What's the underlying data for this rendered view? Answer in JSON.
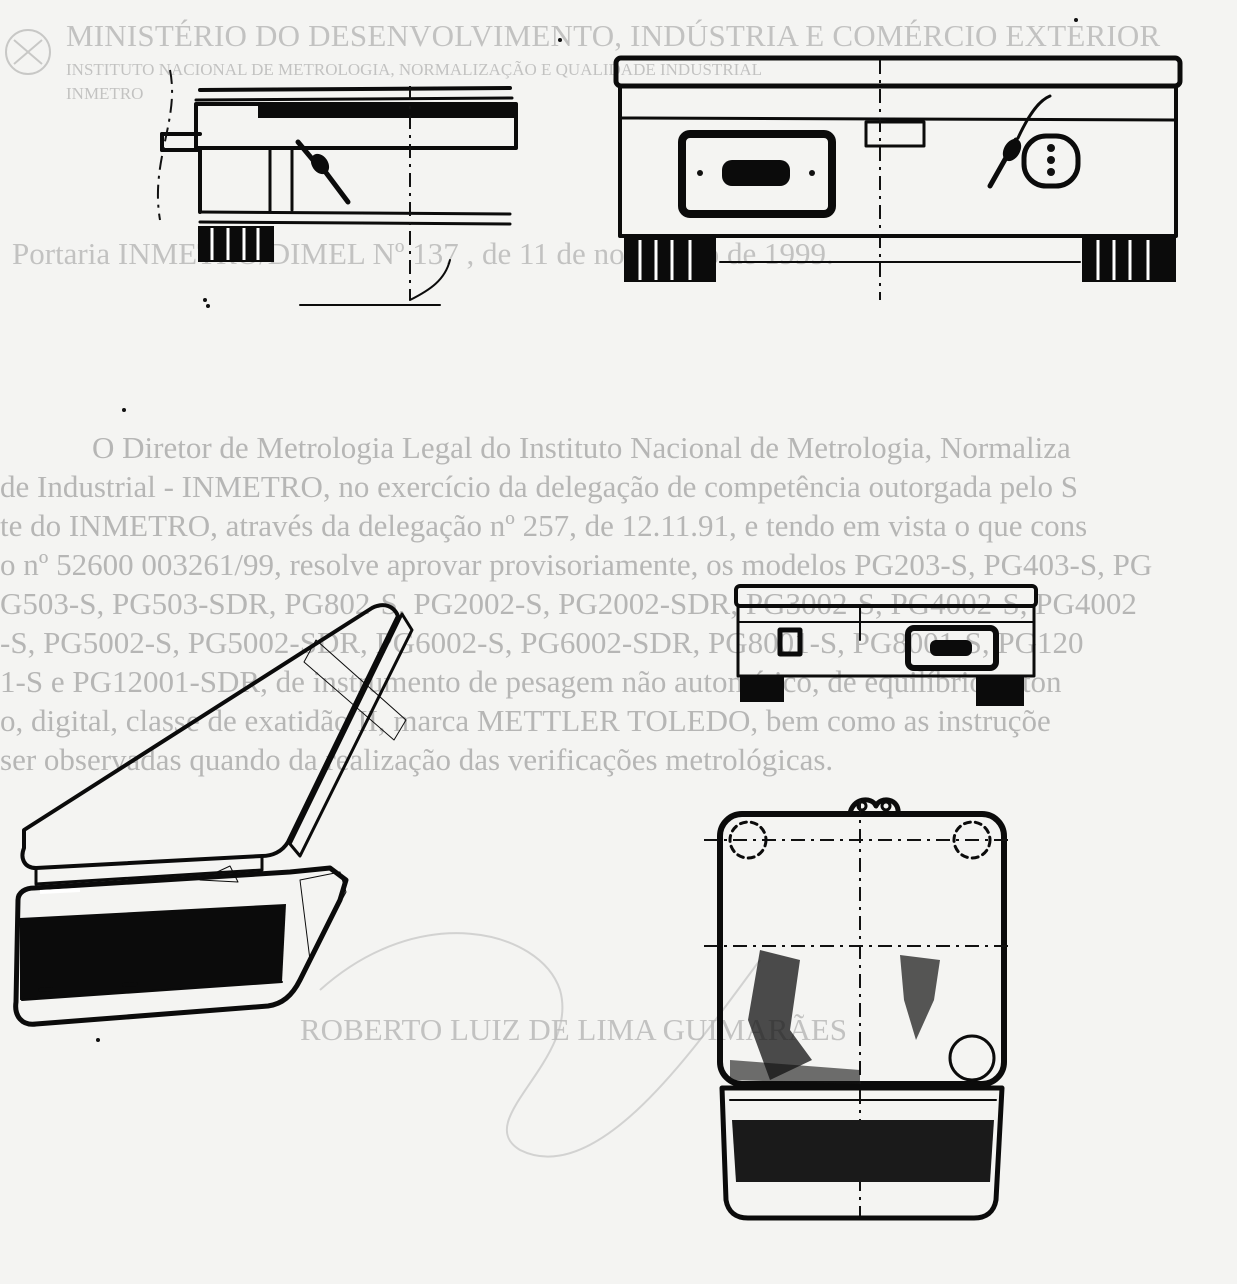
{
  "letterhead": {
    "ministry": "MINISTÉRIO DO DESENVOLVIMENTO, INDÚSTRIA E COMÉRCIO EXTERIOR",
    "institute": "INSTITUTO NACIONAL DE METROLOGIA, NORMALIZAÇÃO E QUALIDADE INDUSTRIAL",
    "acronym": "INMETRO"
  },
  "portaria": "Portaria INMETRO/DIMEL Nº 137 , de 11 de novembro de 1999.",
  "body_lines": [
    "O Diretor de Metrologia Legal do Instituto Nacional de Metrologia, Normaliza",
    "de Industrial - INMETRO, no exercício da delegação de competência outorgada pelo S",
    "te do INMETRO, através da delegação nº 257, de 12.11.91, e tendo em vista o que cons",
    "o nº 52600 003261/99, resolve aprovar provisoriamente, os modelos PG203-S, PG403-S, PG",
    "G503-S, PG503-SDR, PG802-S, PG2002-S, PG2002-SDR, PG3002-S, PG4002-S, PG4002",
    "-S, PG5002-S, PG5002-SDR, PG6002-S, PG6002-SDR, PG8001-S, PG8001-S, PG120",
    "1-S e PG12001-SDR, de instrumento de pesagem não automático, de equilíbrio auton",
    "o, digital, classe de exatidão II, marca METTLER TOLEDO, bem como as instruçõe",
    "ser observadas quando da realização das verificações metrológicas."
  ],
  "signature": "ROBERTO LUIZ DE LIMA GUIMARÃES",
  "colors": {
    "paper": "#f4f4f2",
    "ink": "#0b0b0b",
    "show_through": "#9a9a9a"
  }
}
